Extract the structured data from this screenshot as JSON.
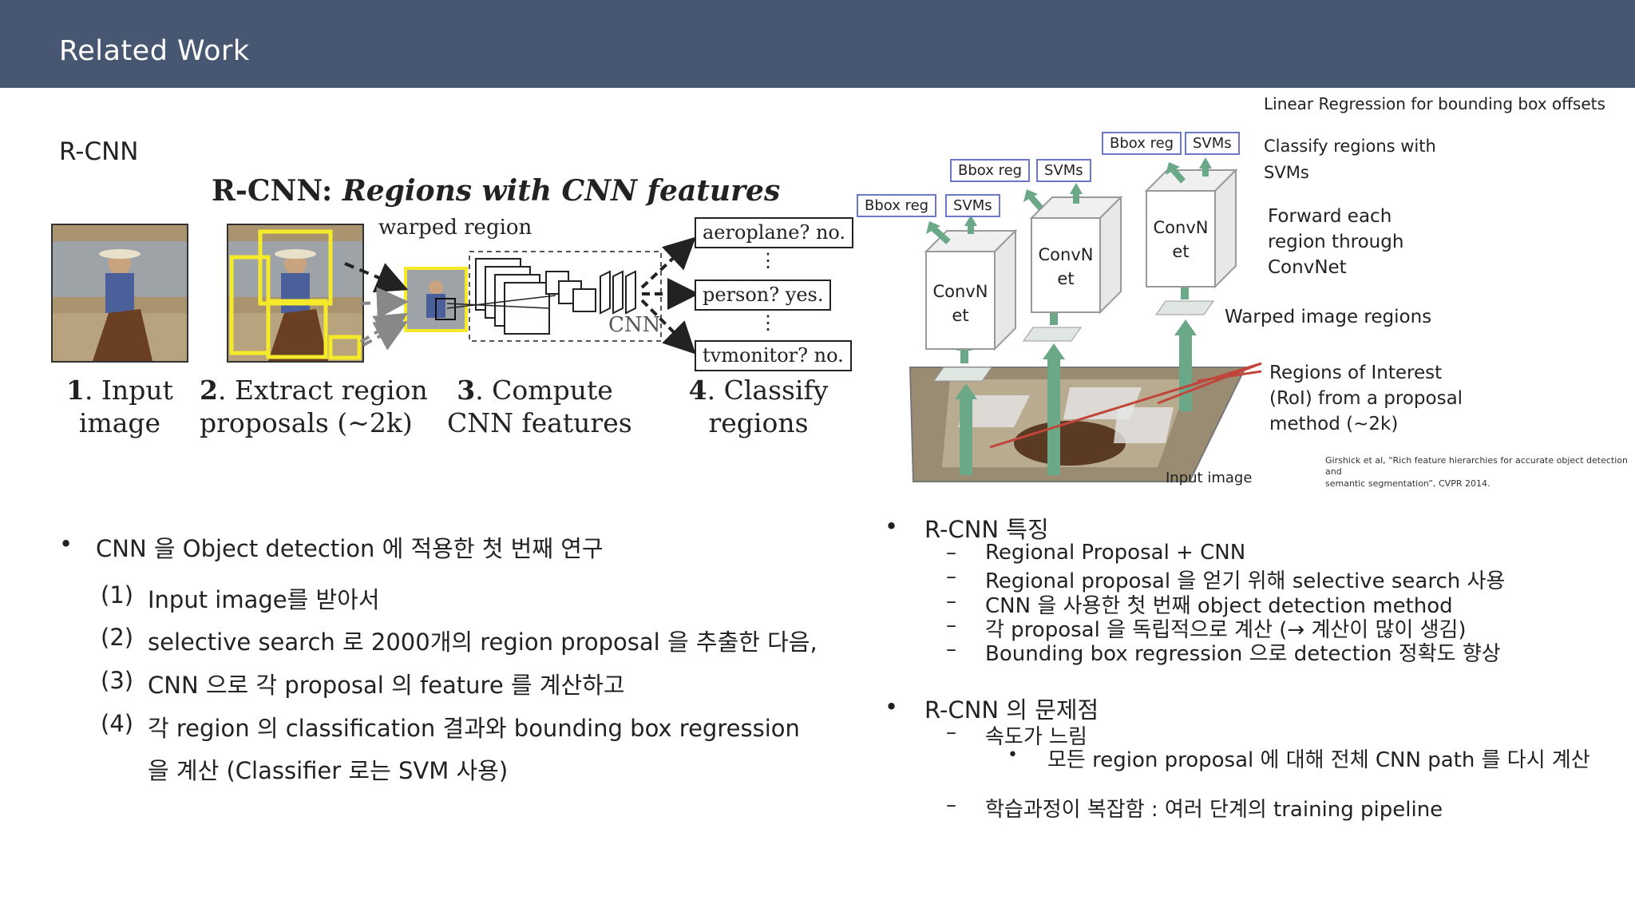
{
  "header": {
    "title": "Related Work"
  },
  "section_label": "R-CNN",
  "left_figure": {
    "title_bold": "R-CNN:",
    "title_italic": "Regions with CNN features",
    "warped_label": "warped region",
    "cnn_label": "CNN",
    "classes": [
      "aeroplane? no.",
      "person? yes.",
      "tvmonitor? no."
    ],
    "dots": [
      "⋮",
      "⋮"
    ],
    "steps": [
      {
        "num": "1",
        "line1": ". Input",
        "line2": "image"
      },
      {
        "num": "2",
        "line1": ". Extract region",
        "line2": "proposals (~2k)"
      },
      {
        "num": "3",
        "line1": ". Compute",
        "line2": "CNN features"
      },
      {
        "num": "4",
        "line1": ". Classify",
        "line2": "regions"
      }
    ]
  },
  "right_figure": {
    "top_label": "Linear Regression for bounding box offsets",
    "classify_label": [
      "Classify regions with",
      "SVMs"
    ],
    "forward_label": [
      "Forward each",
      "region through",
      "ConvNet"
    ],
    "warped_label": "Warped image regions",
    "roi_label": [
      "Regions of Interest",
      "(RoI) from a proposal",
      "method (~2k)"
    ],
    "input_label": "Input image",
    "convnet_label": [
      "ConvN",
      "et"
    ],
    "bbox_label": "Bbox reg",
    "svm_label": "SVMs",
    "citation": [
      "Girshick et al, “Rich feature hierarchies for accurate object detection and",
      "semantic segmentation”, CVPR 2014."
    ]
  },
  "left_bullets": {
    "bullet": "•",
    "main": "CNN 을 Object detection 에 적용한 첫 번째 연구",
    "items": [
      {
        "num": "(1)",
        "text": "Input image를 받아서"
      },
      {
        "num": "(2)",
        "text": "selective search 로 2000개의 region proposal 을 추출한 다음,"
      },
      {
        "num": "(3)",
        "text": "CNN 으로 각 proposal 의 feature 를 계산하고"
      },
      {
        "num": "(4)",
        "text": "각 region 의 classification 결과와 bounding box regression"
      }
    ],
    "continuation": "을 계산 (Classifier 로는 SVM 사용)"
  },
  "right_bullets": {
    "bullet": "•",
    "dash": "–",
    "sec1_title": "R-CNN 특징",
    "sec1_items": [
      "Regional Proposal + CNN",
      "Regional proposal 을 얻기 위해 selective search 사용",
      "CNN 을 사용한 첫 번째 object detection method",
      "각 proposal 을 독립적으로 계산 (→ 계산이 많이 생김)",
      "Bounding box regression 으로 detection 정확도 향상"
    ],
    "sec2_title": "R-CNN 의 문제점",
    "sec2_item1": "속도가 느림",
    "sec2_sub": "모든 region proposal 에 대해 전체 CNN path 를 다시 계산",
    "sec2_item2": "학습과정이 복잡함 : 여러 단계의 training pipeline"
  }
}
